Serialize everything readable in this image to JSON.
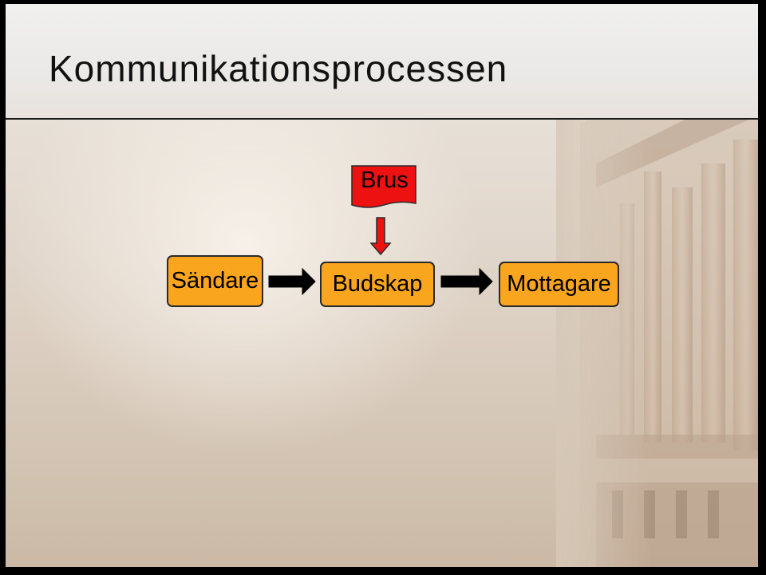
{
  "slide": {
    "title": "Kommunikationsprocessen"
  },
  "diagram": {
    "noise": {
      "label": "Brus",
      "color": "#ee1111"
    },
    "nodes": [
      {
        "id": "sender",
        "label": "Sändare"
      },
      {
        "id": "message",
        "label": "Budskap"
      },
      {
        "id": "receiver",
        "label": "Mottagare"
      }
    ],
    "box_color": "#f9a51e",
    "arrow_color": "#000000"
  }
}
